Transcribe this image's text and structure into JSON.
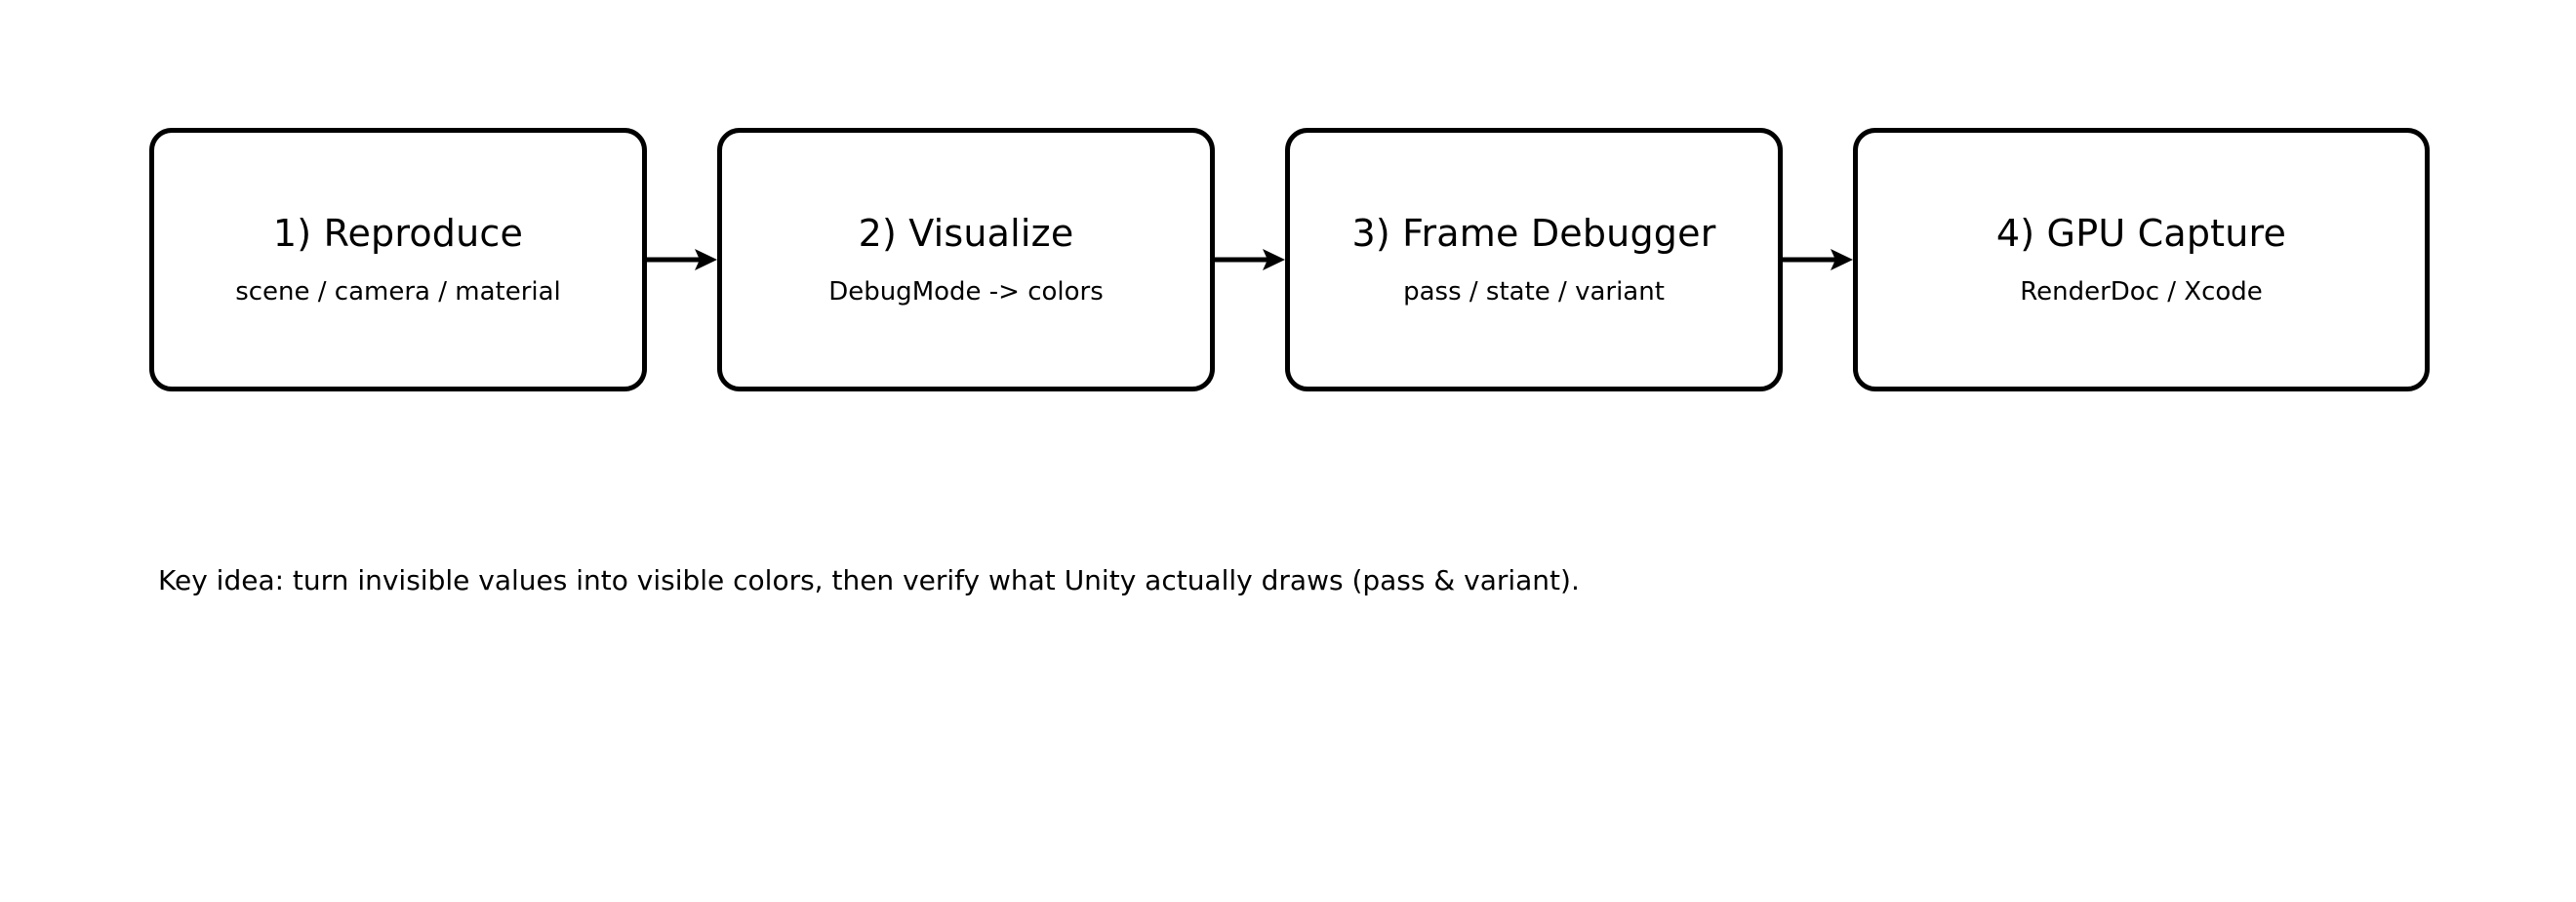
{
  "diagram": {
    "type": "flowchart",
    "orientation": "horizontal",
    "background_color": "#ffffff",
    "stroke_color": "#000000",
    "nodes": [
      {
        "title": "1) Reproduce",
        "subtitle": "scene / camera / material",
        "icon": "rounded-rect-node"
      },
      {
        "title": "2) Visualize",
        "subtitle": "DebugMode -> colors",
        "icon": "rounded-rect-node"
      },
      {
        "title": "3) Frame Debugger",
        "subtitle": "pass / state / variant",
        "icon": "rounded-rect-node"
      },
      {
        "title": "4) GPU Capture",
        "subtitle": "RenderDoc / Xcode",
        "icon": "rounded-rect-node"
      }
    ],
    "connectors": [
      {
        "icon": "arrow-right-icon",
        "from": "1) Reproduce",
        "to": "2) Visualize"
      },
      {
        "icon": "arrow-right-icon",
        "from": "2) Visualize",
        "to": "3) Frame Debugger"
      },
      {
        "icon": "arrow-right-icon",
        "from": "3) Frame Debugger",
        "to": "4) GPU Capture"
      }
    ],
    "caption": "Key idea: turn invisible values into visible colors, then verify what Unity actually draws (pass & variant)."
  }
}
